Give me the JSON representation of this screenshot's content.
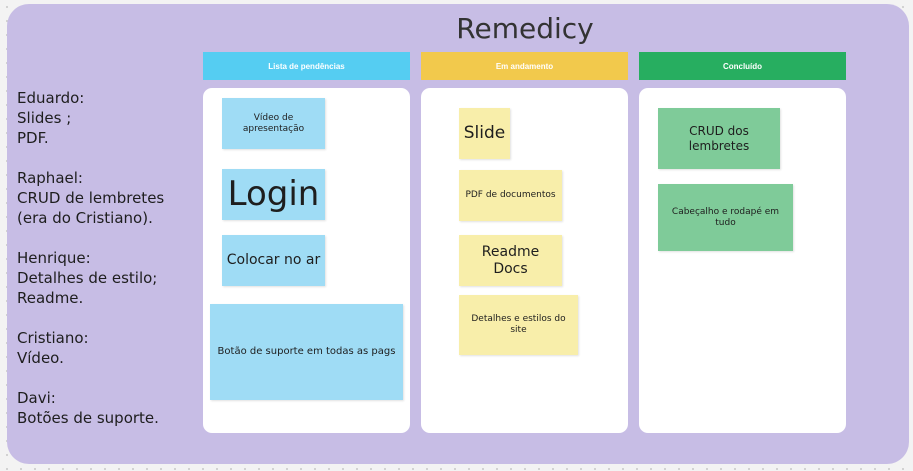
{
  "board": {
    "title": "Remedicy"
  },
  "notes": [
    {
      "lines": [
        "Eduardo:",
        "Slides ;",
        "PDF."
      ]
    },
    {
      "lines": [
        "Raphael:",
        "CRUD de lembretes",
        "(era do Cristiano)."
      ]
    },
    {
      "lines": [
        "Henrique:",
        "Detalhes de estilo;",
        "Readme."
      ]
    },
    {
      "lines": [
        "Cristiano:",
        "Vídeo."
      ]
    },
    {
      "lines": [
        "Davi:",
        "Botões de suporte."
      ]
    }
  ],
  "columns": [
    {
      "header": "Lista de pendências",
      "color": "#55cdf2",
      "cards": [
        "Vídeo de apresentação",
        "Login",
        "Colocar no ar",
        "Botão de suporte em todas as pags"
      ]
    },
    {
      "header": "Em andamento",
      "color": "#f2c94c",
      "cards": [
        "Slide",
        "PDF de documentos",
        "Readme Docs",
        "Detalhes e estilos do site"
      ]
    },
    {
      "header": "Concluído",
      "color": "#27ae60",
      "cards": [
        "CRUD dos lembretes",
        "Cabeçalho e rodapé em tudo"
      ]
    }
  ]
}
